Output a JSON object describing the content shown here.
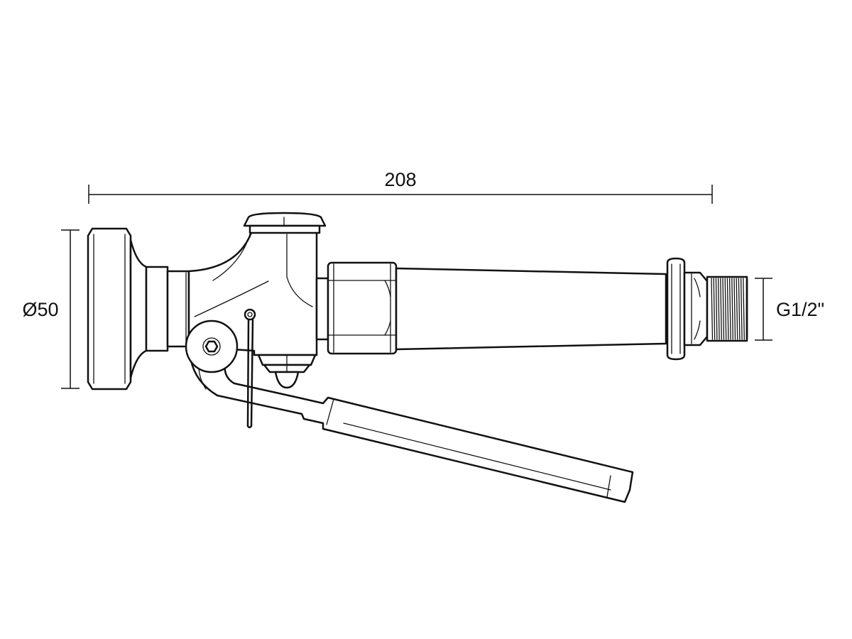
{
  "dimensions": {
    "length": "208",
    "diameter": "Ø50",
    "thread": "G1/2\""
  },
  "colors": {
    "line": "#111111",
    "background": "#ffffff"
  }
}
